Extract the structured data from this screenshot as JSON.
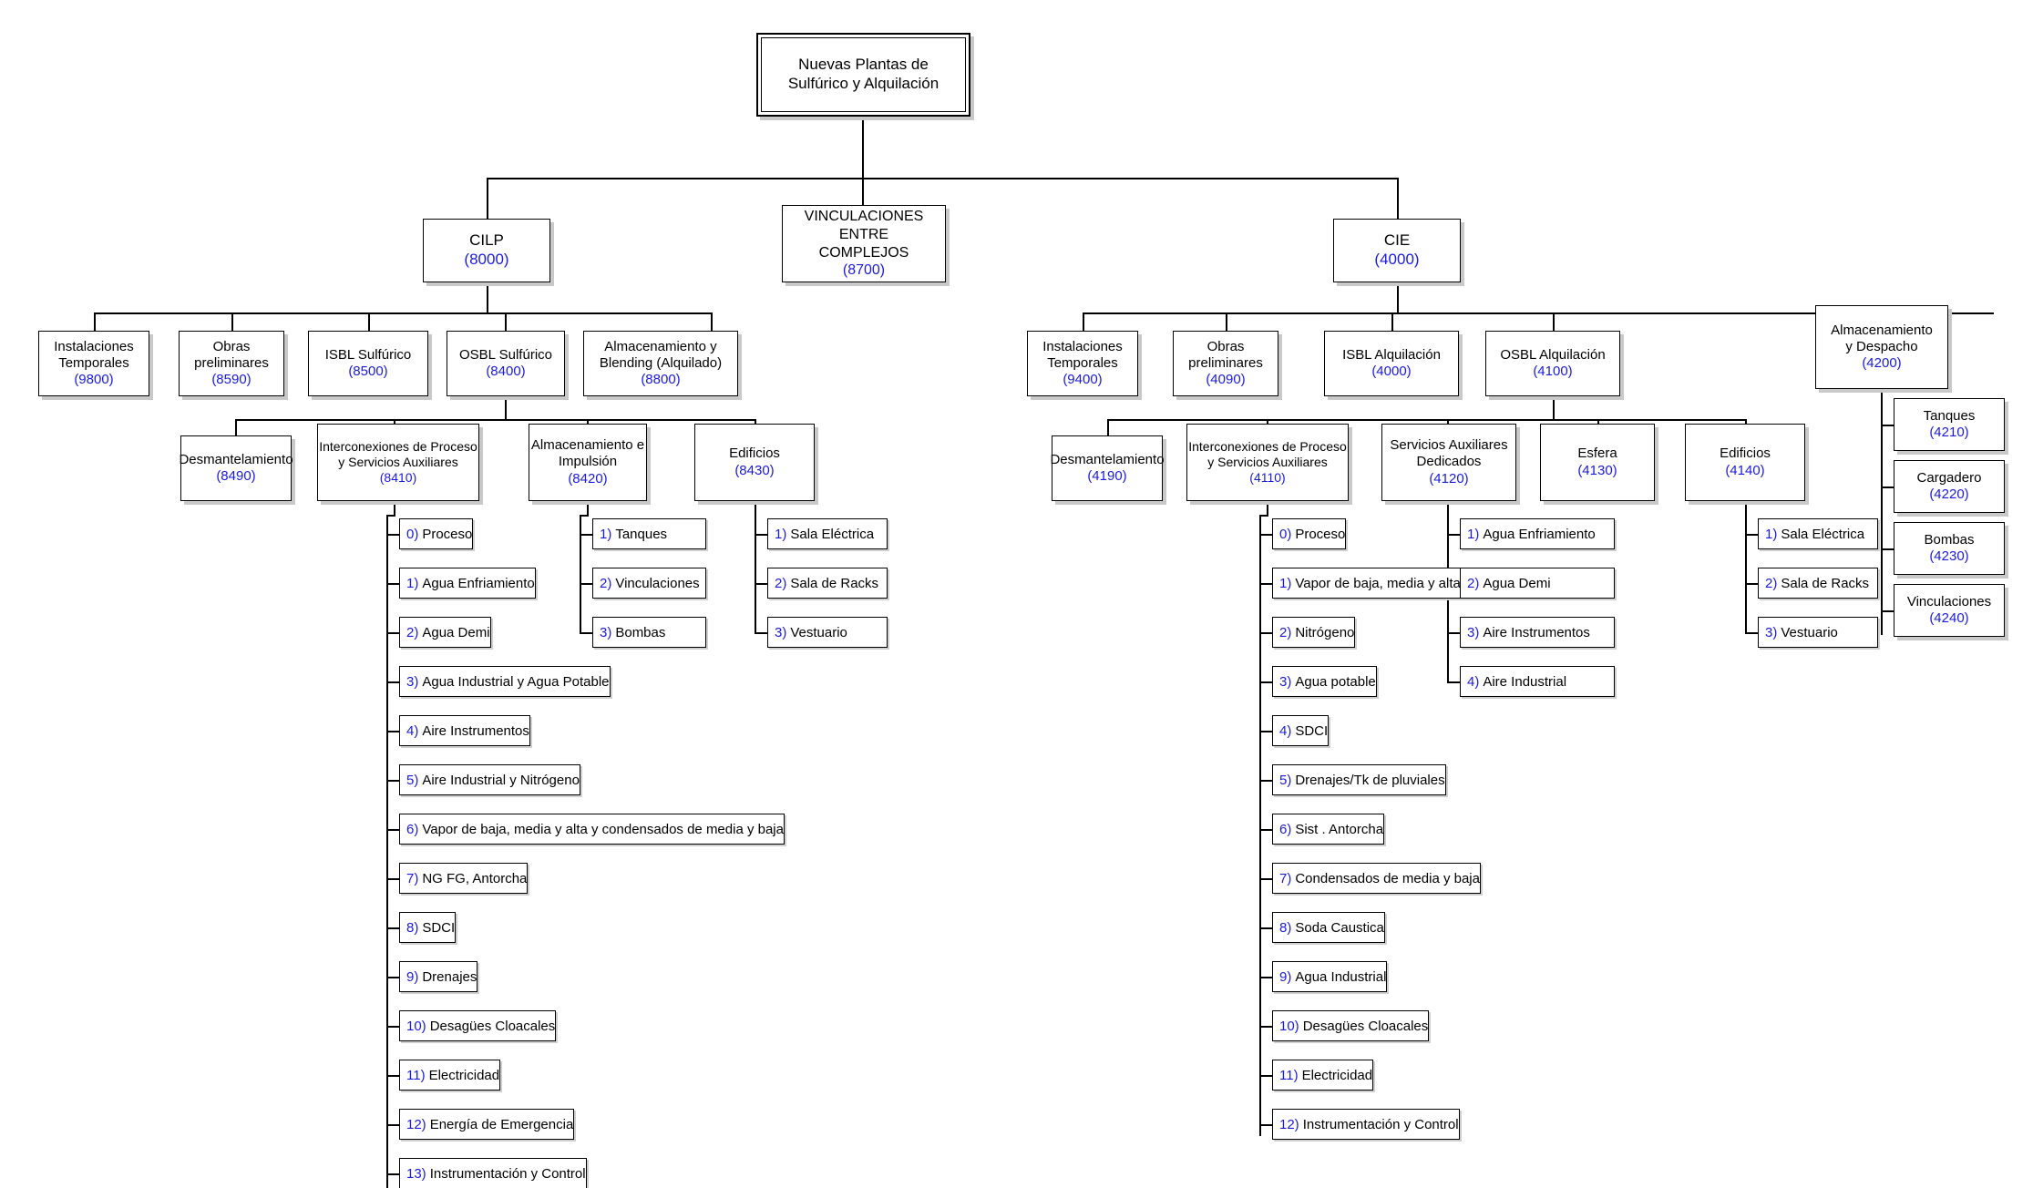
{
  "diagram": {
    "title": "Nuevas Plantas de Sulfúrico y Alquilación",
    "accent_code_color": "#1a1ae0",
    "line_color": "#000000",
    "root": {
      "label": "Nuevas Plantas de\nSulfúrico y Alquilación",
      "code": ""
    },
    "level2": [
      {
        "label": "CILP",
        "code": "(8000)"
      },
      {
        "label": "VINCULACIONES ENTRE\nCOMPLEJOS",
        "code": "(8700)"
      },
      {
        "label": "CIE",
        "code": "(4000)"
      }
    ],
    "cilp_children": [
      {
        "label": "Instalaciones\nTemporales",
        "code": "(9800)"
      },
      {
        "label": "Obras\npreliminares",
        "code": "(8590)"
      },
      {
        "label": "ISBL Sulfúrico",
        "code": "(8500)"
      },
      {
        "label": "OSBL Sulfúrico",
        "code": "(8400)"
      },
      {
        "label": "Almacenamiento y\nBlending (Alquilado)",
        "code": "(8800)"
      }
    ],
    "osbl_sulfurico_children": [
      {
        "label": "Desmantelamiento",
        "code": "(8490)"
      },
      {
        "label": "Interconexiones de Proceso\ny Servicios Auxiliares",
        "code": "(8410)"
      },
      {
        "label": "Almacenamiento e\nImpulsión",
        "code": "(8420)"
      },
      {
        "label": "Edificios",
        "code": "(8430)"
      }
    ],
    "interconexiones_8410_items": [
      {
        "num": "0)",
        "label": "Proceso"
      },
      {
        "num": "1)",
        "label": "Agua Enfriamiento"
      },
      {
        "num": "2)",
        "label": "Agua Demi"
      },
      {
        "num": "3)",
        "label": "Agua Industrial y Agua Potable"
      },
      {
        "num": "4)",
        "label": "Aire Instrumentos"
      },
      {
        "num": "5)",
        "label": "Aire Industrial y Nitrógeno"
      },
      {
        "num": "6)",
        "label": "Vapor de baja, media y alta y condensados de media y baja"
      },
      {
        "num": "7)",
        "label": "NG FG, Antorcha"
      },
      {
        "num": "8)",
        "label": "SDCI"
      },
      {
        "num": "9)",
        "label": "Drenajes"
      },
      {
        "num": "10)",
        "label": "Desagües Cloacales"
      },
      {
        "num": "11)",
        "label": "Electricidad"
      },
      {
        "num": "12)",
        "label": "Energía de Emergencia"
      },
      {
        "num": "13)",
        "label": "Instrumentación y Control"
      }
    ],
    "almacenamiento_8420_items": [
      {
        "num": "1)",
        "label": "Tanques"
      },
      {
        "num": "2)",
        "label": "Vinculaciones"
      },
      {
        "num": "3)",
        "label": "Bombas"
      }
    ],
    "edificios_8430_items": [
      {
        "num": "1)",
        "label": "Sala Eléctrica"
      },
      {
        "num": "2)",
        "label": "Sala de Racks"
      },
      {
        "num": "3)",
        "label": "Vestuario"
      }
    ],
    "cie_children": [
      {
        "label": "Instalaciones\nTemporales",
        "code": "(9400)"
      },
      {
        "label": "Obras\npreliminares",
        "code": "(4090)"
      },
      {
        "label": "ISBL Alquilación",
        "code": "(4000)"
      },
      {
        "label": "OSBL Alquilación",
        "code": "(4100)"
      },
      {
        "label": "Almacenamiento\ny Despacho",
        "code": "(4200)"
      }
    ],
    "osbl_alquilacion_children": [
      {
        "label": "Desmantelamiento",
        "code": "(4190)"
      },
      {
        "label": "Interconexiones de Proceso\ny Servicios Auxiliares",
        "code": "(4110)"
      },
      {
        "label": "Servicios Auxiliares\nDedicados",
        "code": "(4120)"
      },
      {
        "label": "Esfera",
        "code": "(4130)"
      },
      {
        "label": "Edificios",
        "code": "(4140)"
      }
    ],
    "interconexiones_4110_items": [
      {
        "num": "0)",
        "label": "Proceso"
      },
      {
        "num": "1)",
        "label": "Vapor de baja, media y alta"
      },
      {
        "num": "2)",
        "label": "Nitrógeno"
      },
      {
        "num": "3)",
        "label": "Agua potable"
      },
      {
        "num": "4)",
        "label": "SDCI"
      },
      {
        "num": "5)",
        "label": "Drenajes/Tk de pluviales"
      },
      {
        "num": "6)",
        "label": "Sist . Antorcha"
      },
      {
        "num": "7)",
        "label": "Condensados de media y baja"
      },
      {
        "num": "8)",
        "label": "Soda Caustica"
      },
      {
        "num": "9)",
        "label": "Agua Industrial"
      },
      {
        "num": "10)",
        "label": "Desagües Cloacales"
      },
      {
        "num": "11)",
        "label": "Electricidad"
      },
      {
        "num": "12)",
        "label": "Instrumentación y Control"
      }
    ],
    "servicios_4120_items": [
      {
        "num": "1)",
        "label": "Agua Enfriamiento"
      },
      {
        "num": "2)",
        "label": "Agua Demi"
      },
      {
        "num": "3)",
        "label": "Aire Instrumentos"
      },
      {
        "num": "4)",
        "label": "Aire Industrial"
      }
    ],
    "edificios_4140_items": [
      {
        "num": "1)",
        "label": "Sala Eléctrica"
      },
      {
        "num": "2)",
        "label": "Sala de Racks"
      },
      {
        "num": "3)",
        "label": "Vestuario"
      }
    ],
    "almacenamiento_4200_children": [
      {
        "label": "Tanques",
        "code": "(4210)"
      },
      {
        "label": "Cargadero",
        "code": "(4220)"
      },
      {
        "label": "Bombas",
        "code": "(4230)"
      },
      {
        "label": "Vinculaciones",
        "code": "(4240)"
      }
    ]
  }
}
